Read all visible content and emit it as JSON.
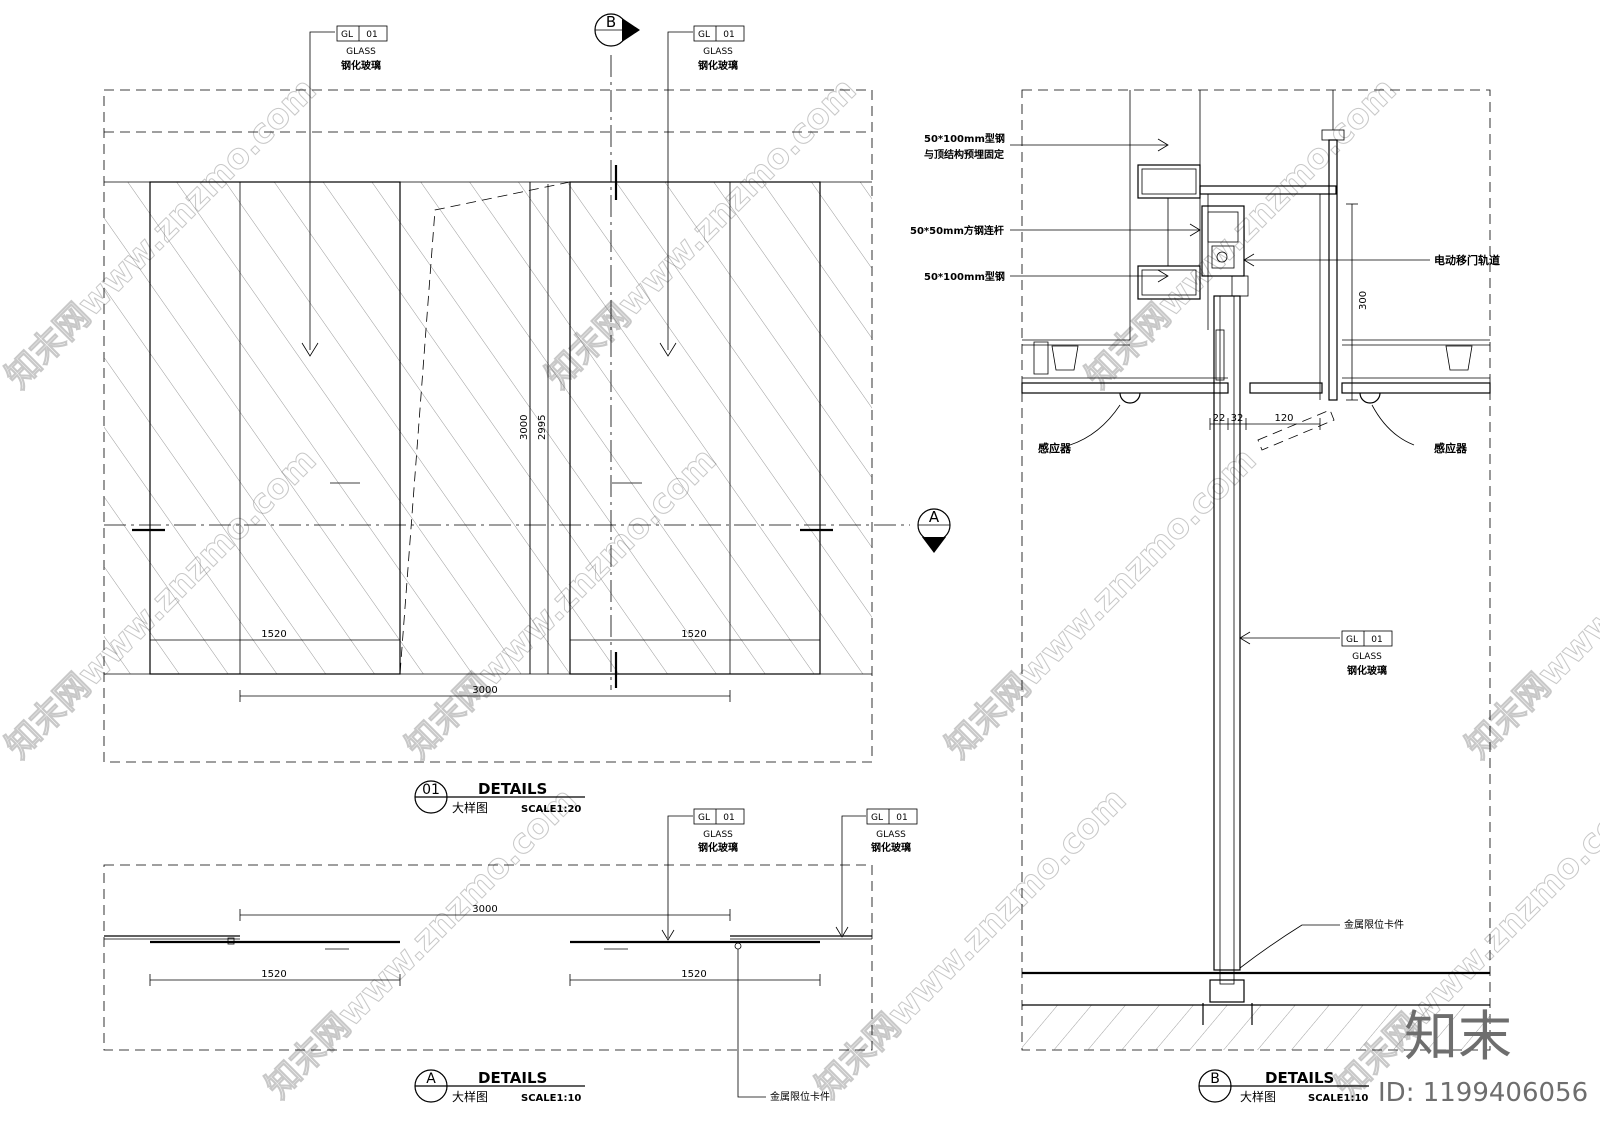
{
  "tag": {
    "code": "GL",
    "num": "01",
    "material_en": "GLASS",
    "material_cn": "钢化玻璃"
  },
  "section_b_marker": "B",
  "section_a_marker": "A",
  "elevation": {
    "dim_panel_left": "1520",
    "dim_panel_right": "1520",
    "dim_opening": "3000",
    "dim_height": "3000",
    "dim_height_inner": "2995",
    "title_num": "01",
    "title_en": "DETAILS",
    "title_cn": "大样图",
    "title_scale": "SCALE1:20"
  },
  "plan": {
    "dim_opening": "3000",
    "dim_panel_left": "1520",
    "dim_panel_right": "1520",
    "metal_clip": "金属限位卡件",
    "title_num": "A",
    "title_en": "DETAILS",
    "title_cn": "大样图",
    "title_scale": "SCALE1:10"
  },
  "section": {
    "steel_top_1": "50*100mm型钢",
    "steel_top_2": "与顶结构预埋固定",
    "square_steel": "50*50mm方钢连杆",
    "steel_bottom": "50*100mm型钢",
    "track": "电动移门轨道",
    "dim_300": "300",
    "dim_22": "22",
    "dim_32": "32",
    "dim_120": "120",
    "sensor_left": "感应器",
    "sensor_right": "感应器",
    "metal_clip": "金属限位卡件",
    "title_num": "B",
    "title_en": "DETAILS",
    "title_cn": "大样图",
    "title_scale": "SCALE1:10"
  },
  "watermark": {
    "text": "知末网www.znzmo.com",
    "brand": "知末",
    "id": "ID: 1199406056"
  }
}
